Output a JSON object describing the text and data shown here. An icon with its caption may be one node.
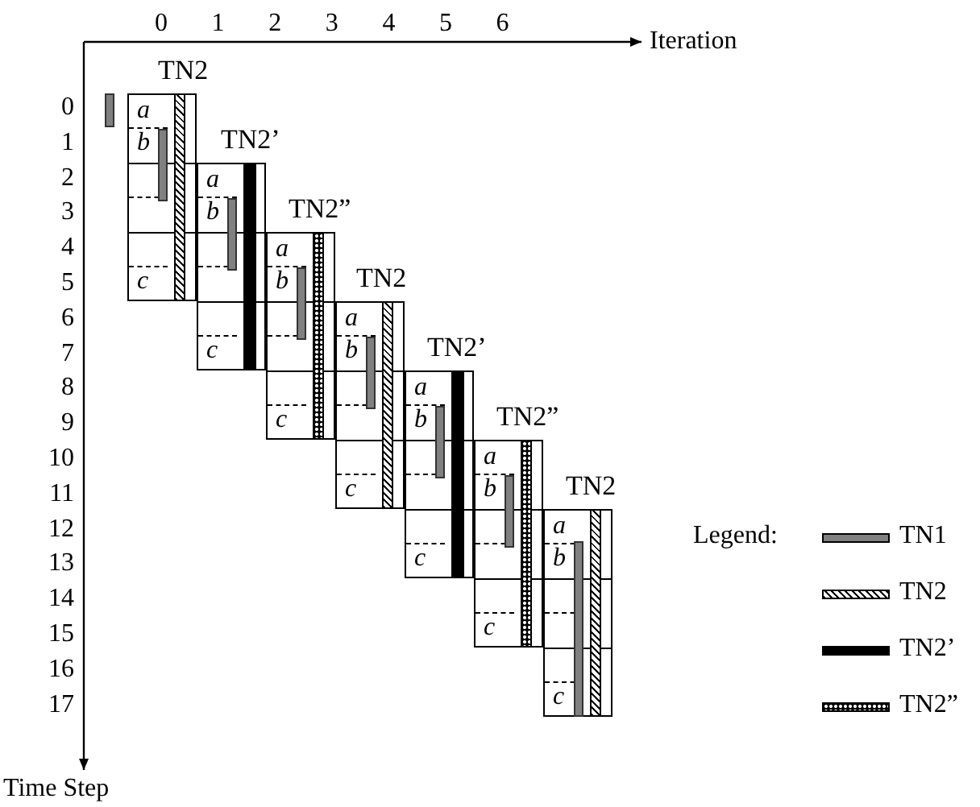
{
  "diagram": {
    "nodes": [
      {
        "text": [],
        "shape": "bar"
      },
      {
        "text": [
          "TN2",
          "a",
          "b",
          "c"
        ]
      },
      {
        "text": [
          "TN2’",
          "a",
          "b",
          "c"
        ]
      },
      {
        "text": [
          "TN2”",
          "a",
          "b",
          "c"
        ]
      },
      {
        "text": [
          "TN2",
          "a",
          "b",
          "c"
        ]
      },
      {
        "text": [
          "TN2’",
          "a",
          "b",
          "c"
        ]
      },
      {
        "text": [
          "TN2”",
          "a",
          "b",
          "c"
        ]
      },
      {
        "text": [
          "TN2",
          "a",
          "b",
          "c"
        ]
      }
    ],
    "edges": [],
    "labels": [
      "0",
      "1",
      "2",
      "3",
      "4",
      "5",
      "6",
      "Iteration",
      "0",
      "1",
      "2",
      "3",
      "4",
      "5",
      "6",
      "7",
      "8",
      "9",
      "10",
      "11",
      "12",
      "13",
      "14",
      "15",
      "16",
      "17",
      "Time Step",
      "Legend:"
    ],
    "legend": [
      {
        "text": "TN1",
        "color": "#808080"
      },
      {
        "text": "TN2"
      },
      {
        "text": "TN2’",
        "color": "#000000"
      },
      {
        "text": "TN2”"
      }
    ]
  }
}
